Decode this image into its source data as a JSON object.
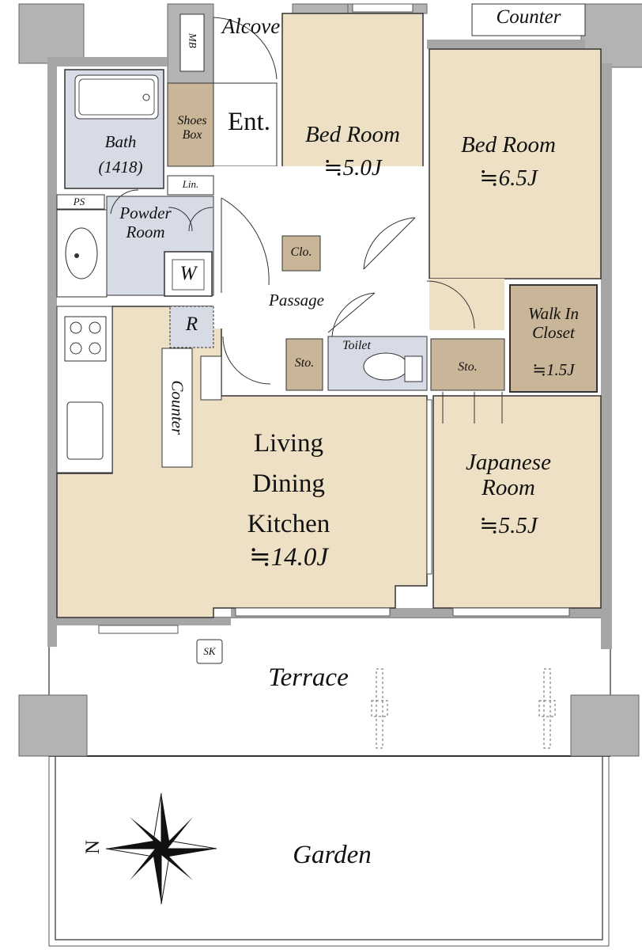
{
  "colors": {
    "room": "#ede0c4",
    "storage": "#c9b597",
    "wet": "#d7dbe6",
    "column": "#b3b3b3",
    "wall": "#a6a6a6",
    "line": "#222222"
  },
  "labels": {
    "alcove": "Alcove",
    "counter_top": "Counter",
    "mb": "MB",
    "shoes_box": "Shoes\nBox",
    "ent": "Ent.",
    "bed1": "Bed Room",
    "bed1_area": "≒5.0J",
    "bed2": "Bed Room",
    "bed2_area": "≒6.5J",
    "bath": "Bath",
    "bath_size": "(1418)",
    "ps": "PS",
    "lin": "Lin.",
    "powder": "Powder\nRoom",
    "clo": "Clo.",
    "w": "W",
    "passage": "Passage",
    "r": "R",
    "toilet": "Toilet",
    "sto_left": "Sto.",
    "sto_right": "Sto.",
    "walkin": "Walk In\nCloset",
    "walkin_area": "≒1.5J",
    "counter_kitchen": "Counter",
    "ldk": "Living\nDining\nKitchen",
    "ldk_area": "≒14.0J",
    "japanese": "Japanese\nRoom",
    "japanese_area": "≒5.5J",
    "sk": "SK",
    "terrace": "Terrace",
    "garden": "Garden",
    "north": "N"
  },
  "icons": [
    "compass-rose-icon",
    "bathtub-icon",
    "toilet-icon",
    "sink-icon",
    "stove-icon",
    "washer-icon"
  ]
}
